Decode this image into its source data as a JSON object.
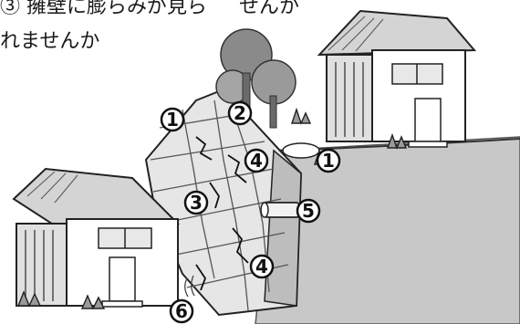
{
  "caption": {
    "line1_num": "③",
    "line1_text": "擁壁に膨らみが見ら",
    "line1_tail": "せんか",
    "line2_text": "れませんか"
  },
  "markers": [
    {
      "id": "m1a",
      "label": "1"
    },
    {
      "id": "m2",
      "label": "2"
    },
    {
      "id": "m1b",
      "label": "1"
    },
    {
      "id": "m4a",
      "label": "4"
    },
    {
      "id": "m3",
      "label": "3"
    },
    {
      "id": "m5",
      "label": "5"
    },
    {
      "id": "m4b",
      "label": "4"
    },
    {
      "id": "m6",
      "label": "6"
    }
  ]
}
